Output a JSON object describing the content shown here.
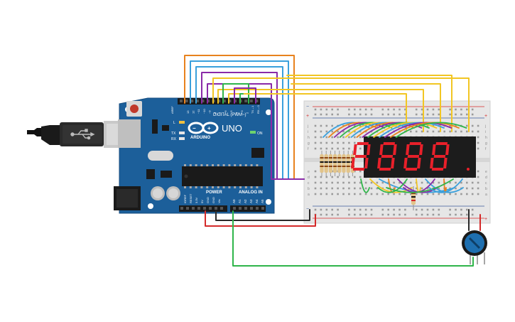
{
  "board": {
    "model": "UNO",
    "brand": "ARDUINO",
    "digital_label": "DIGITAL (PWM~)",
    "power_label": "POWER",
    "analog_label": "ANALOG IN",
    "on_label": "ON",
    "l_label": "L",
    "tx_label": "TX",
    "rx_label": "RX",
    "aref_label": "AREF",
    "gnd_label": "GND",
    "digital_pins": [
      "13",
      "12",
      "~11",
      "~10",
      "~9",
      "8",
      "7",
      "~6",
      "~5",
      "4",
      "~3",
      "2",
      "TX→1",
      "RX←0"
    ],
    "power_pins": [
      "IOREF",
      "RESET",
      "3.3V",
      "5V",
      "GND",
      "GND",
      "Vin"
    ],
    "analog_pins": [
      "A0",
      "A1",
      "A2",
      "A3",
      "A4",
      "A5"
    ]
  },
  "breadboard": {
    "rail_plus": "+",
    "rail_minus": "−",
    "row_letters_top": [
      "j",
      "i",
      "h",
      "g",
      "f"
    ],
    "row_letters_bottom": [
      "e",
      "d",
      "c",
      "b",
      "a"
    ]
  },
  "display": {
    "digits": [
      "8",
      "8",
      "8",
      "8"
    ],
    "segment_color": "#e8202a",
    "off_color": "#3a1a1a"
  },
  "colors": {
    "board": "#1c5f9a",
    "breadboard": "#e6e6e6",
    "wire_orange": "#e8821e",
    "wire_blue": "#3aa0dc",
    "wire_purple": "#8a2aa8",
    "wire_yellow": "#f2c623",
    "wire_green": "#2fb54a",
    "wire_red": "#d42a2a",
    "wire_black": "#2a2a2a"
  }
}
